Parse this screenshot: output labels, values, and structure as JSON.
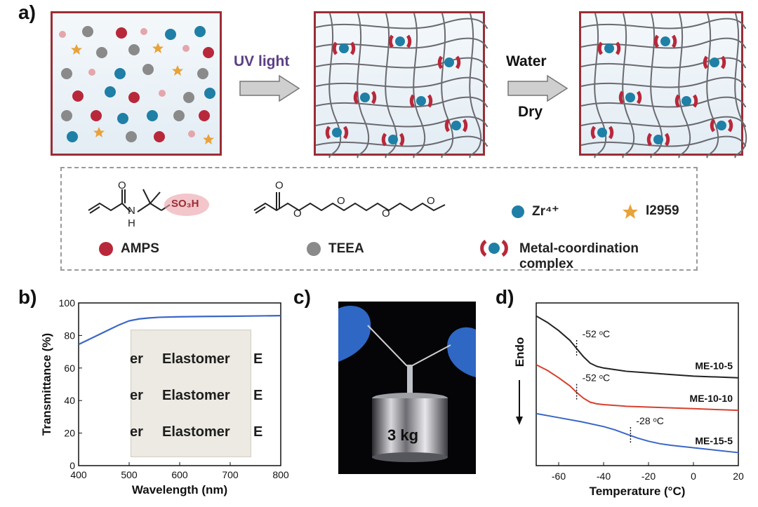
{
  "panels": {
    "a": "a)",
    "b": "b)",
    "c": "c)",
    "d": "d)"
  },
  "scheme": {
    "arrow1": "UV light",
    "arrow2_top": "Water",
    "arrow2_bottom": "Dry"
  },
  "legend": {
    "so3h_label": "SO₃H",
    "nh_label": "H",
    "n_label": "N",
    "o_label": "O",
    "zr": "Zr⁴⁺",
    "i2959": "I2959",
    "amps": "AMPS",
    "teea": "TEEA",
    "complex": "Metal-coordination complex"
  },
  "photo_b": {
    "rows": [
      "Elastomer",
      "Elastomer",
      "Elastomer"
    ],
    "left_fragment": "er",
    "right_fragment": "E"
  },
  "photo_c": {
    "weight": "3 kg"
  },
  "colors": {
    "amps": "#b8283a",
    "teea": "#8a8a8a",
    "zr": "#1f7fa6",
    "i2959": "#e8a23a",
    "curve_b": "#3a66c8",
    "me_10_5": "#222222",
    "me_10_10": "#d8402d",
    "me_15_5": "#3a66c8"
  },
  "chart_data": [
    {
      "type": "line",
      "ylabel": "Transmittance (%)",
      "xlabel": "Wavelength (nm)",
      "xlim": [
        400,
        800
      ],
      "ylim": [
        0,
        100
      ],
      "xticks": [
        400,
        500,
        600,
        700,
        800
      ],
      "yticks": [
        0,
        20,
        40,
        60,
        80,
        100
      ],
      "series": [
        {
          "x": [
            400,
            420,
            440,
            460,
            480,
            500,
            520,
            540,
            560,
            600,
            650,
            700,
            750,
            800
          ],
          "y": [
            74.5,
            77.5,
            80.5,
            83.5,
            86.5,
            89,
            90.2,
            90.8,
            91.2,
            91.5,
            91.7,
            91.8,
            92,
            92.2
          ]
        }
      ]
    },
    {
      "type": "line",
      "ylabel": "Endo",
      "xlabel": "Temperature (°C)",
      "xlim": [
        -70,
        20
      ],
      "xticks": [
        -60,
        -40,
        -20,
        0,
        20
      ],
      "series": [
        {
          "name": "ME-10-5",
          "tg": "-52 ᵒC",
          "tg_x": -52,
          "x": [
            -70,
            -65,
            -60,
            -55,
            -52,
            -49,
            -46,
            -43,
            -40,
            -30,
            -20,
            -10,
            0,
            10,
            20
          ],
          "y": [
            92,
            88,
            83,
            77,
            72,
            67,
            63,
            61,
            60,
            58,
            57,
            56,
            55,
            54.5,
            54
          ]
        },
        {
          "name": "ME-10-10",
          "tg": "-52 ᵒC",
          "tg_x": -52,
          "x": [
            -70,
            -65,
            -60,
            -55,
            -52,
            -49,
            -46,
            -43,
            -40,
            -30,
            -20,
            -10,
            0,
            10,
            20
          ],
          "y": [
            62,
            58.5,
            54,
            49,
            45,
            41.5,
            39,
            38,
            37.5,
            36.5,
            36,
            35.5,
            35,
            34.5,
            34
          ]
        },
        {
          "name": "ME-15-5",
          "tg": "-28 ᵒC",
          "tg_x": -28,
          "x": [
            -70,
            -60,
            -50,
            -40,
            -35,
            -30,
            -28,
            -25,
            -20,
            -15,
            -10,
            0,
            10,
            20
          ],
          "y": [
            32,
            29.5,
            27,
            24,
            22,
            19.5,
            18.5,
            17,
            15,
            13.5,
            12.5,
            11,
            9.5,
            8
          ]
        }
      ]
    }
  ]
}
